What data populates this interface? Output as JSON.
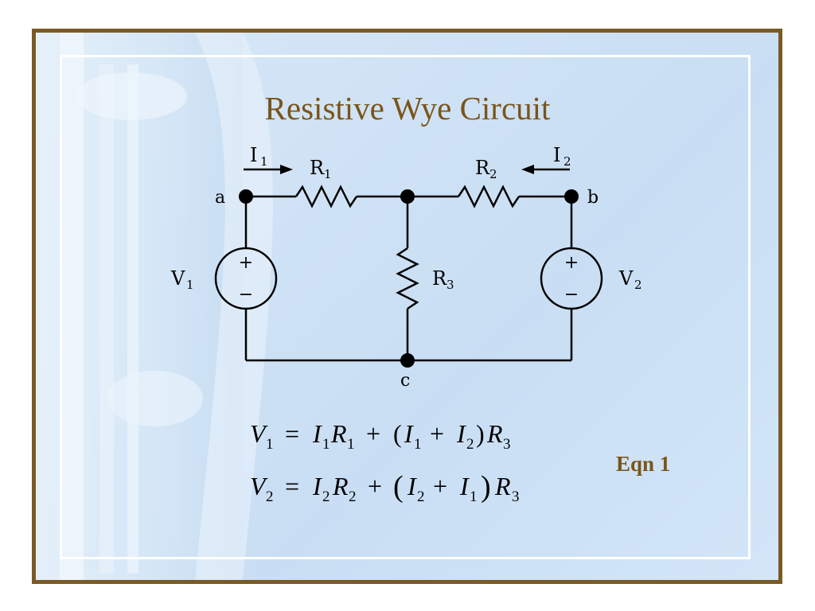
{
  "slide": {
    "title": "Resistive Wye Circuit",
    "equation_label": "Eqn 1",
    "colors": {
      "frame": "#7a5a25",
      "title": "#7a5418",
      "background": "#cfe2f5"
    }
  },
  "circuit": {
    "nodes": {
      "a": "a",
      "b": "b",
      "c": "c"
    },
    "resistors": {
      "r1": "R",
      "r1_sub": "1",
      "r2": "R",
      "r2_sub": "2",
      "r3": "R",
      "r3_sub": "3"
    },
    "currents": {
      "i1": "I",
      "i1_sub": "1",
      "i2": "I",
      "i2_sub": "2"
    },
    "sources": {
      "v1": "V",
      "v1_sub": "1",
      "v2": "V",
      "v2_sub": "2",
      "plus": "+",
      "minus": "−"
    }
  },
  "equations": {
    "eq1": {
      "lhs": "V",
      "lhs_sub": "1",
      "eq": "=",
      "t1a": "I",
      "t1a_sub": "1",
      "t1b": "R",
      "t1b_sub": "1",
      "plus": "+",
      "open": "(",
      "p1": "I",
      "p1_sub": "1",
      "pplus": "+",
      "p2": "I",
      "p2_sub": "2",
      "close": ")",
      "r3": "R",
      "r3_sub": "3"
    },
    "eq2": {
      "lhs": "V",
      "lhs_sub": "2",
      "eq": "=",
      "t1a": "I",
      "t1a_sub": "2",
      "t1b": "R",
      "t1b_sub": "2",
      "plus": "+",
      "open": "(",
      "p1": "I",
      "p1_sub": "2",
      "pplus": "+",
      "p2": "I",
      "p2_sub": "1",
      "close": ")",
      "r3": "R",
      "r3_sub": "3"
    }
  }
}
